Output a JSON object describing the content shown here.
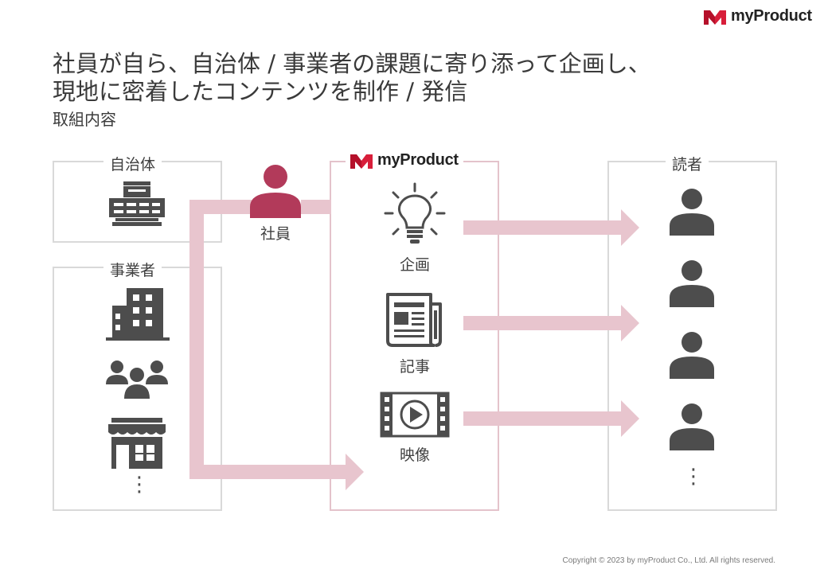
{
  "brand": {
    "name": "myProduct",
    "color": "#b5102a"
  },
  "title": {
    "line1": "社員が自ら、自治体 / 事業者の課題に寄り添って企画し、",
    "line2": "現地に密着したコンテンツを制作 / 発信",
    "subtitle": "取組内容"
  },
  "groups": {
    "municipality": {
      "label": "自治体",
      "icon": "city-hall-icon"
    },
    "business": {
      "label": "事業者",
      "icons": [
        "office-building-icon",
        "people-group-icon",
        "shop-icon"
      ],
      "more": "⋮"
    },
    "employee": {
      "label": "社員",
      "icon": "person-icon",
      "color": "#b23a5a"
    },
    "product": {
      "logo_text": "myProduct",
      "items": [
        {
          "label": "企画",
          "icon": "lightbulb-icon"
        },
        {
          "label": "記事",
          "icon": "newspaper-icon"
        },
        {
          "label": "映像",
          "icon": "video-icon"
        }
      ]
    },
    "readers": {
      "label": "読者",
      "icon": "person-icon",
      "count": 4,
      "more": "⋮"
    }
  },
  "colors": {
    "arrow": "#e8c5ce",
    "box_border": "#d9d9d9",
    "product_border": "#e4c3cb",
    "icon": "#4d4d4d"
  },
  "copyright": "Copyright © 2023 by myProduct Co., Ltd.  All rights reserved."
}
